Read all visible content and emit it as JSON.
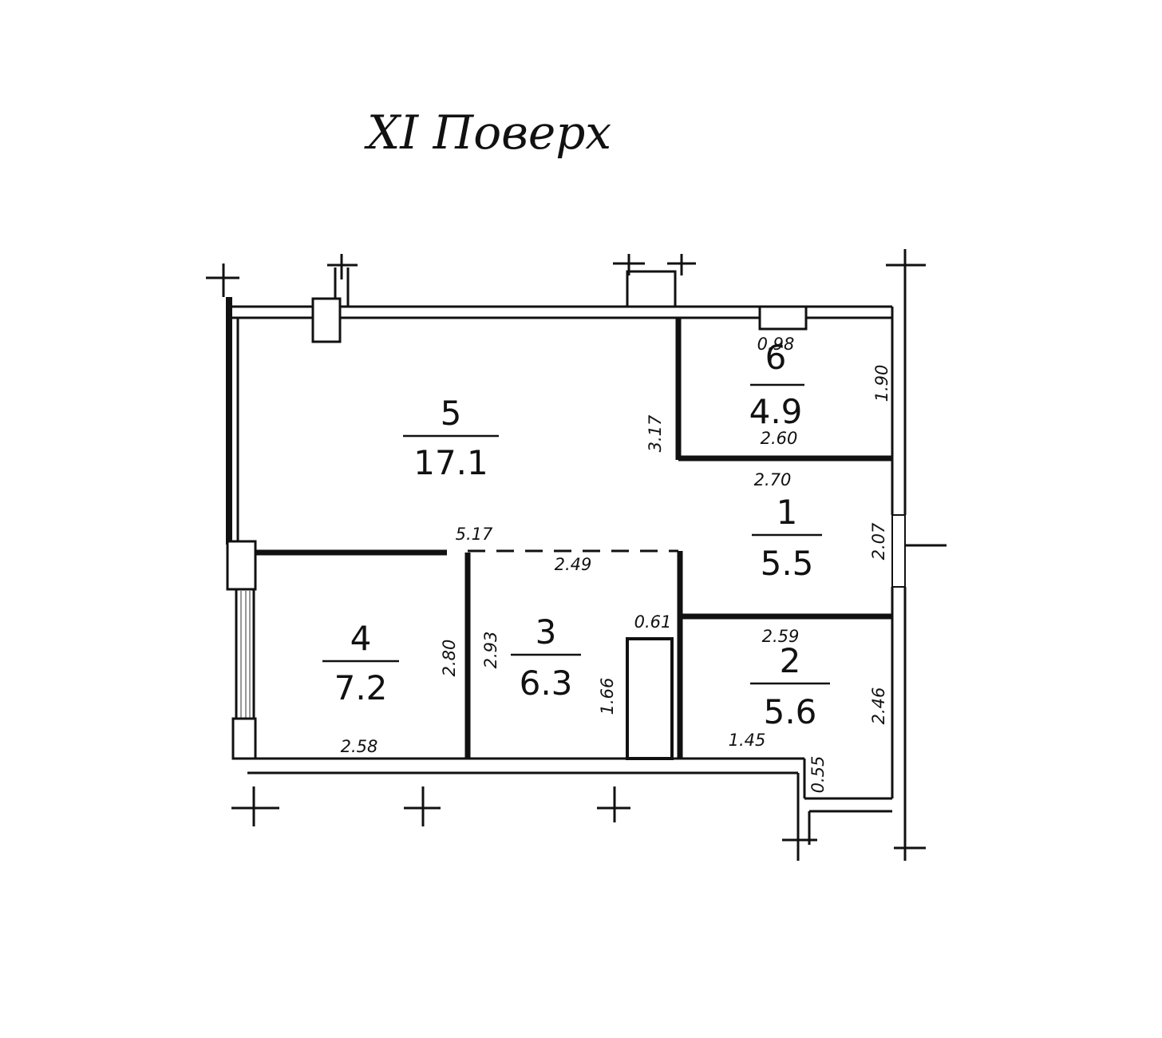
{
  "title": "XI Поверх",
  "rooms": {
    "r5": {
      "number": "5",
      "area": "17.1"
    },
    "r6": {
      "number": "6",
      "area": "4.9"
    },
    "r1": {
      "number": "1",
      "area": "5.5"
    },
    "r4": {
      "number": "4",
      "area": "7.2"
    },
    "r3": {
      "number": "3",
      "area": "6.3"
    },
    "r2": {
      "number": "2",
      "area": "5.6"
    }
  },
  "dimensions": {
    "d517": "5.17",
    "d249": "2.49",
    "d317": "3.17",
    "d098": "0.98",
    "d190": "1.90",
    "d260": "2.60",
    "d270": "2.70",
    "d207": "2.07",
    "d061": "0.61",
    "d259": "2.59",
    "d280": "2.80",
    "d293": "2.93",
    "d166": "1.66",
    "d246": "2.46",
    "d258": "2.58",
    "d145": "1.45",
    "d055": "0.55"
  }
}
